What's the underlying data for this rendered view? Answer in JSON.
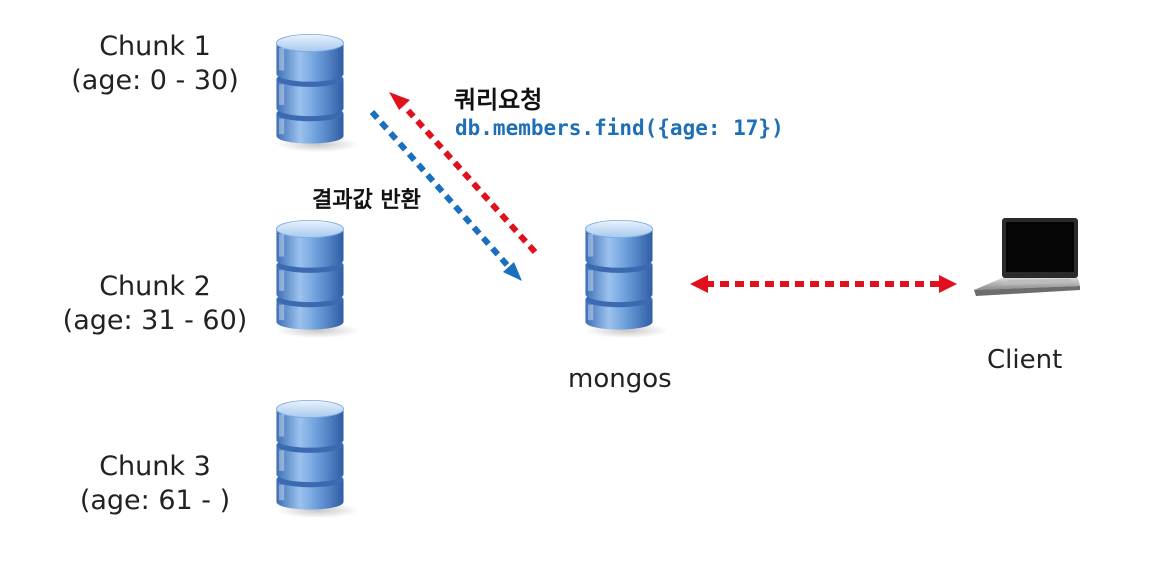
{
  "chunks": [
    {
      "name": "Chunk 1",
      "range": "(age: 0 - 30)"
    },
    {
      "name": "Chunk 2",
      "range": "(age: 31 - 60)"
    },
    {
      "name": "Chunk 3",
      "range": "(age: 61 - )"
    }
  ],
  "router": {
    "label": "mongos"
  },
  "client": {
    "label": "Client"
  },
  "query": {
    "title": "쿼리요청",
    "code": "db.members.find({age: 17})"
  },
  "result": {
    "title": "결과값 반환"
  },
  "colors": {
    "request_arrow": "#e0101c",
    "response_arrow": "#1a6fbf",
    "client_link": "#e0101c",
    "code_text": "#1e6fb8"
  }
}
